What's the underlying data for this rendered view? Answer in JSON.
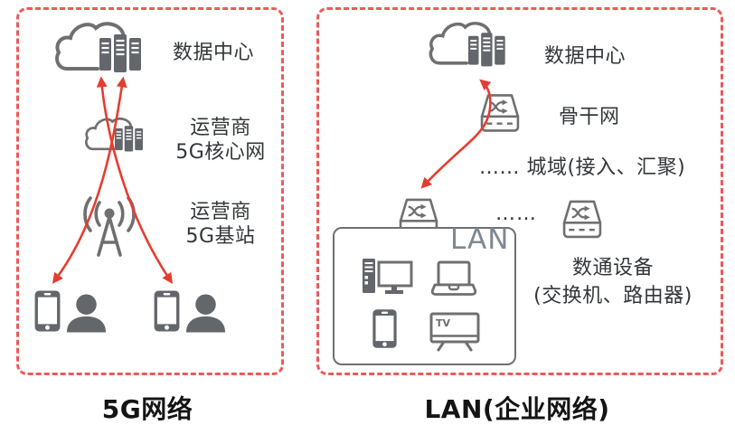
{
  "colors": {
    "panel_border_red": "#ee5a5a",
    "arrow_red": "#e43d30",
    "icon_gray": "#6f6f6f",
    "icon_dark_fill": "#63666a",
    "label_text": "#333639",
    "title_text": "#141414",
    "lan_label_gray": "#7e8893"
  },
  "left_panel": {
    "title": "5G网络",
    "datacenter_label": "数据中心",
    "core_network_label": [
      "运营商",
      "5G核心网"
    ],
    "base_station_label": [
      "运营商",
      "5G基站"
    ],
    "icons": [
      "cloud-datacenter-icon",
      "cloud-core-network-icon",
      "base-station-antenna-icon",
      "smartphone-icon",
      "person-icon",
      "smartphone-icon",
      "person-icon"
    ]
  },
  "right_panel": {
    "title": "LAN(企业网络)",
    "datacenter_label": "数据中心",
    "backbone_label": "骨干网",
    "metro_label": "…… 城域(接入、汇聚)",
    "ellipsis": "……",
    "lan_label": "LAN",
    "tv_label": "TV",
    "device_label": [
      "数通设备",
      "(交换机、路由器)"
    ],
    "icons": [
      "cloud-datacenter-icon",
      "backbone-switch-icon",
      "lan-switch-icon",
      "peer-switch-icon",
      "desktop-pc-icon",
      "laptop-icon",
      "smartphone-icon",
      "tv-icon"
    ]
  }
}
